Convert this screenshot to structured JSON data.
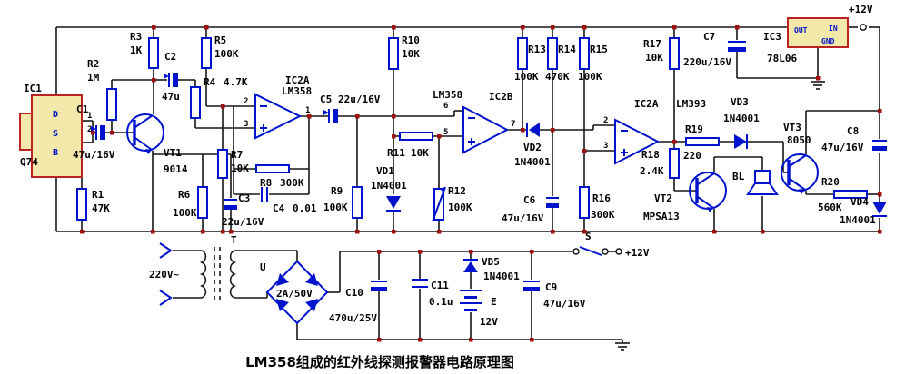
{
  "caption": "LM358组成的红外线探测报警器电路原理图",
  "power": {
    "v12_top": "+12V",
    "v12_switch": "+12V",
    "mains": "220V~"
  },
  "pins": {
    "p1": "1",
    "p2": "2",
    "p3": "3",
    "p5": "5",
    "p6": "6",
    "p7": "7"
  },
  "ics": {
    "ic1": {
      "name": "IC1",
      "model": "Q74",
      "pin_d": "D",
      "pin_s": "S",
      "pin_b": "B"
    },
    "ic2a": {
      "name": "IC2A",
      "chip": "LM358"
    },
    "ic2b": {
      "name": "IC2B",
      "chip": "LM358"
    },
    "cmp": {
      "name": "IC2A",
      "chip": "LM393"
    },
    "ic3": {
      "name": "IC3",
      "model": "78L06",
      "pin_out": "OUT",
      "pin_in": "IN",
      "pin_gnd": "GND"
    }
  },
  "resistors": {
    "r1": {
      "name": "R1",
      "value": "47K"
    },
    "r2": {
      "name": "R2",
      "value": "1M"
    },
    "r3": {
      "name": "R3",
      "value": "1K"
    },
    "r4": {
      "name": "R4",
      "value": "4.7K"
    },
    "r5": {
      "name": "R5",
      "value": "100K"
    },
    "r6": {
      "name": "R6",
      "value": "100K"
    },
    "r7": {
      "name": "R7",
      "value": "10K"
    },
    "r8": {
      "name": "R8",
      "value": "300K"
    },
    "r9": {
      "name": "R9",
      "value": "100K"
    },
    "r10": {
      "name": "R10",
      "value": "10K"
    },
    "r11": {
      "name": "R11",
      "value": "10K"
    },
    "r12": {
      "name": "R12",
      "value": "100K"
    },
    "r13": {
      "name": "R13",
      "value": "100K"
    },
    "r14": {
      "name": "R14",
      "value": "470K"
    },
    "r15": {
      "name": "R15",
      "value": "100K"
    },
    "r16": {
      "name": "R16",
      "value": "300K"
    },
    "r17": {
      "name": "R17",
      "value": "10K"
    },
    "r18": {
      "name": "R18",
      "value": "2.4K"
    },
    "r19": {
      "name": "R19",
      "value": "220"
    },
    "r20": {
      "name": "R20",
      "value": "560K"
    }
  },
  "capacitors": {
    "c1": {
      "name": "C1",
      "value": "47u/16V"
    },
    "c2": {
      "name": "C2",
      "value": "47u"
    },
    "c3": {
      "name": "C3",
      "value": "22u/16V"
    },
    "c4": {
      "name": "C4",
      "value": "0.01"
    },
    "c5": {
      "name": "C5",
      "value": "22u/16V"
    },
    "c6": {
      "name": "C6",
      "value": "47u/16V"
    },
    "c7": {
      "name": "C7",
      "value": "220u/16V"
    },
    "c8": {
      "name": "C8",
      "value": "47u/16V"
    },
    "c9": {
      "name": "C9",
      "value": "47u/16V"
    },
    "c10": {
      "name": "C10",
      "value": "470u/25V"
    },
    "c11": {
      "name": "C11",
      "value": "0.1u"
    }
  },
  "diodes": {
    "vd1": {
      "name": "VD1",
      "value": "1N4001"
    },
    "vd2": {
      "name": "VD2",
      "value": "1N4001"
    },
    "vd3": {
      "name": "VD3",
      "value": "1N4001"
    },
    "vd4": {
      "name": "VD4",
      "value": "1N4001"
    },
    "vd5": {
      "name": "VD5",
      "value": "1N4001"
    }
  },
  "transistors": {
    "vt1": {
      "name": "VT1",
      "model": "9014"
    },
    "vt2": {
      "name": "VT2",
      "model": "MPSA13"
    },
    "vt3": {
      "name": "VT3",
      "model": "8050"
    }
  },
  "transformer": {
    "name": "T"
  },
  "bridge": {
    "name": "U",
    "value": "2A/50V"
  },
  "battery": {
    "name": "E",
    "value": "12V"
  },
  "speaker": {
    "name": "BL"
  },
  "switch": {
    "name": "S"
  }
}
